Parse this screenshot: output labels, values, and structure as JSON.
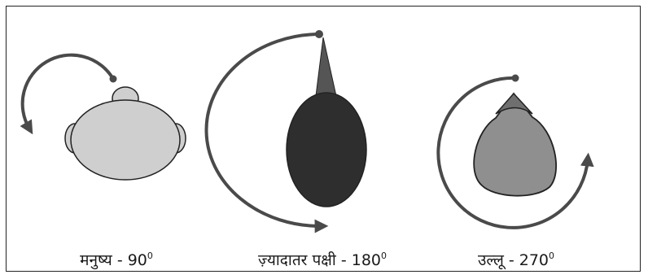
{
  "captions": {
    "human": {
      "text": "मनुष्य - 90",
      "degree": "0"
    },
    "birds": {
      "text": "ज़्यादातर पक्षी - 180",
      "degree": "0"
    },
    "owl": {
      "text": "उल्लू - 270",
      "degree": "0"
    }
  },
  "colors": {
    "arc": "#4a4a4a",
    "human_head": "#cfcfcf",
    "bird_body": "#2e2e2e",
    "owl_body": "#8f8f8f",
    "beak": "#555555",
    "outline": "#222222"
  }
}
